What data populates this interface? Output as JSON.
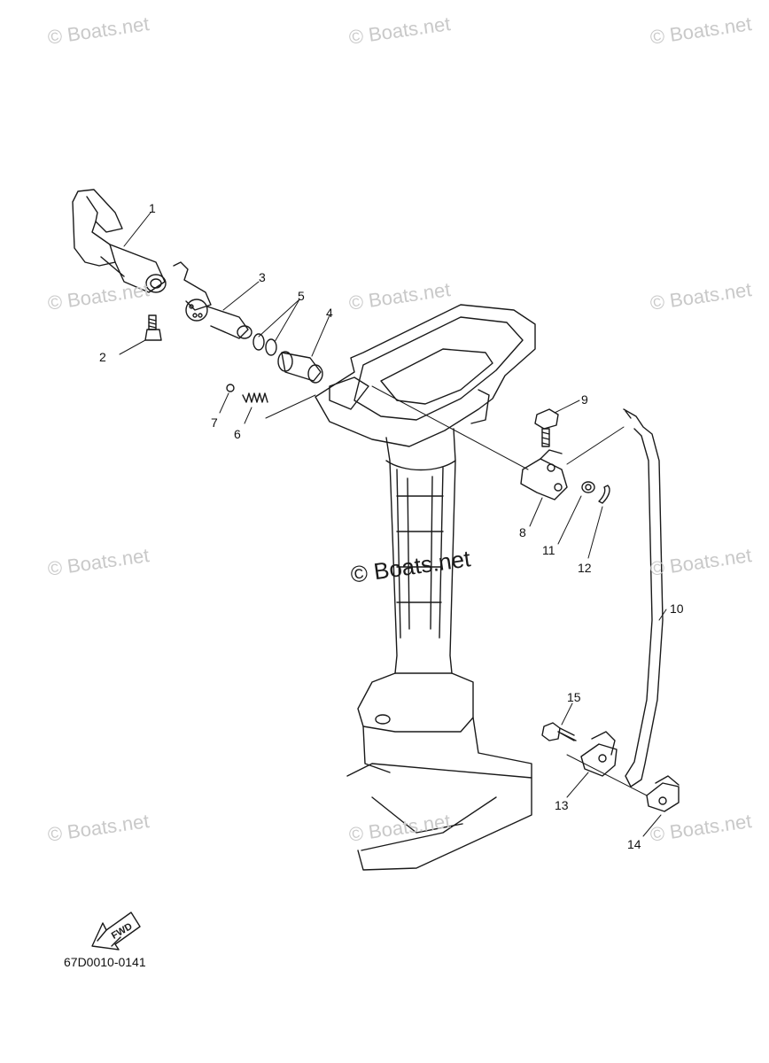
{
  "watermark": {
    "text": "© Boats.net",
    "color": "#c9c9c9",
    "center_color": "#1a1a1a"
  },
  "callouts": {
    "c1": "1",
    "c2": "2",
    "c3": "3",
    "c4": "4",
    "c5": "5",
    "c6": "6",
    "c7": "7",
    "c8": "8",
    "c9": "9",
    "c10": "10",
    "c11": "11",
    "c12": "12",
    "c13": "13",
    "c14": "14",
    "c15": "15"
  },
  "fwd_label": "FWD",
  "diagram_code": "67D0010-0141",
  "line_color": "#1a1a1a"
}
